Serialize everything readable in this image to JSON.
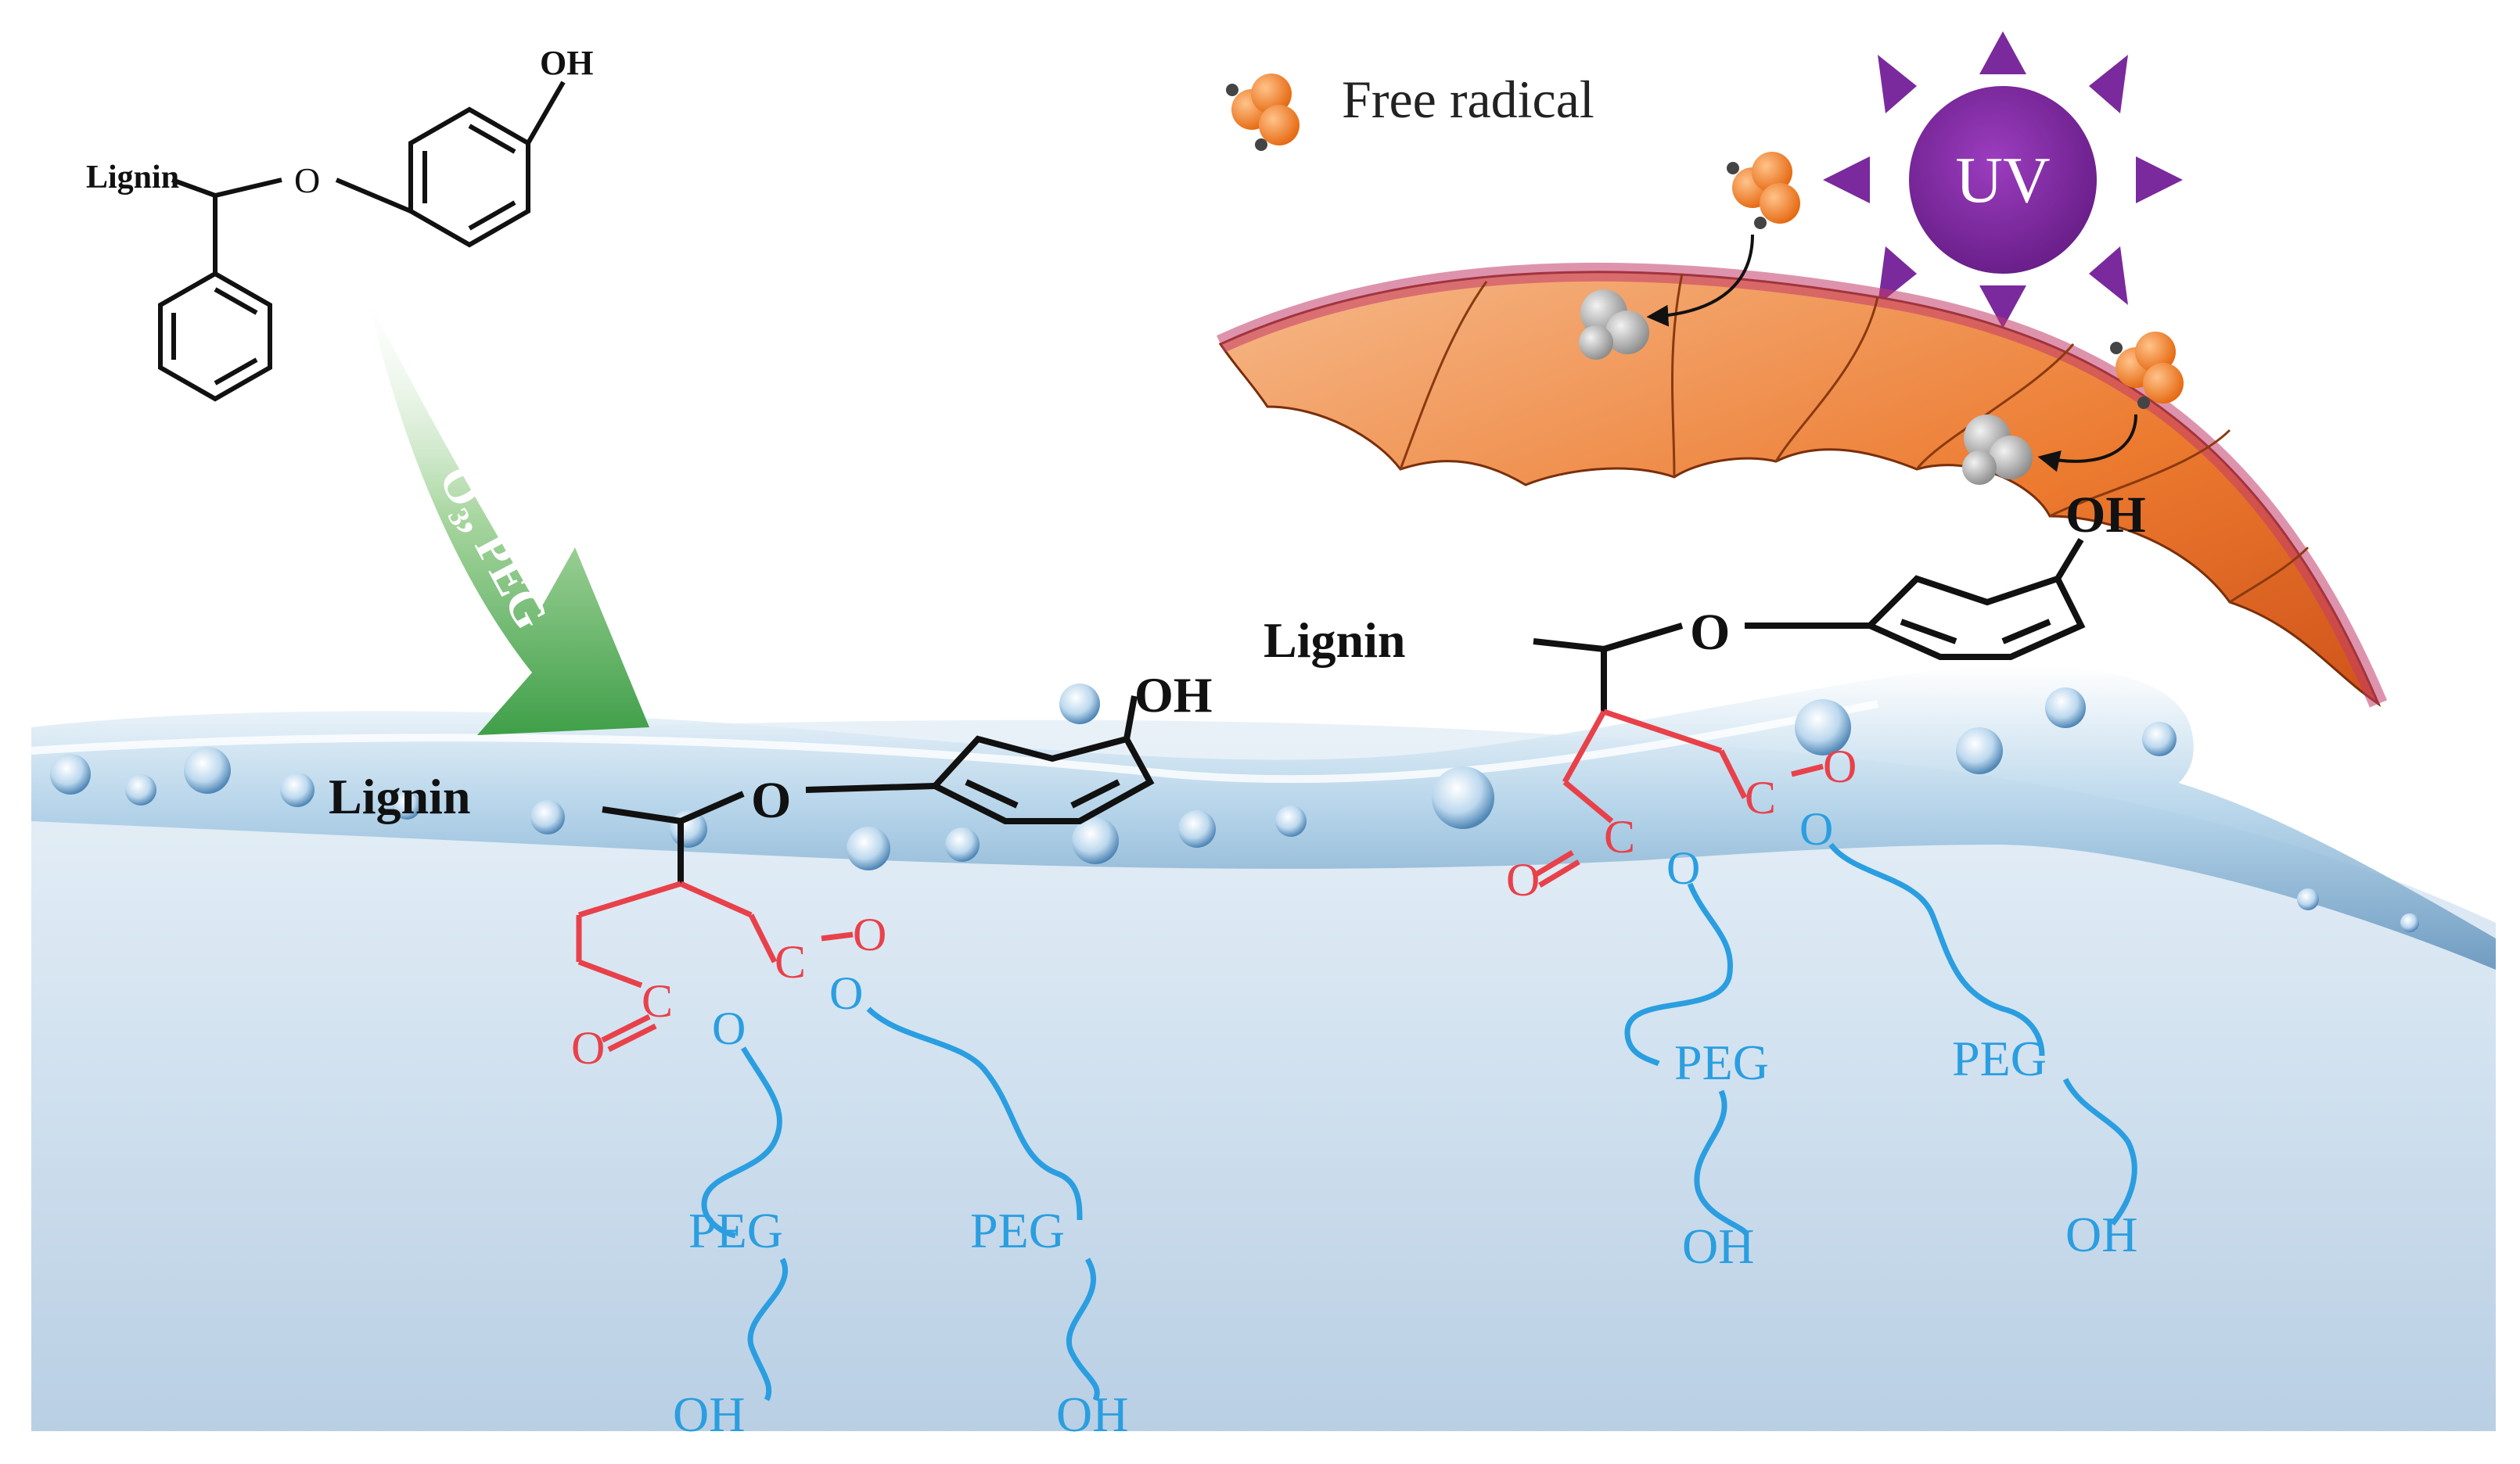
{
  "labels": {
    "lignin_top": "Lignin",
    "oh_top": "OH",
    "o_top": "O",
    "reagent_arrow": "O₃, PEG",
    "legend_free_radical": "Free radical",
    "uv": "UV",
    "lignin_left": "Lignin",
    "oh_left": "OH",
    "o_left": "O",
    "lignin_right": "Lignin",
    "oh_right": "OH",
    "o_right": "O",
    "ester_c": "C",
    "ester_o_double": "O",
    "ester_o_single": "O",
    "peg": "PEG",
    "oh_end": "OH"
  },
  "colors": {
    "ester": "#e8414a",
    "peg_chain": "#2a9ee0",
    "uv_purple": "#7a2a9c",
    "radical_orange": "#f07a1a",
    "umbrella_orange": "#e8661a",
    "arrow_green": "#5aa85a",
    "water_blue": "#cfe0ef"
  },
  "icons": {
    "sun": "uv-sun-icon",
    "radical": "free-radical-icon",
    "umbrella": "umbrella-shield-icon",
    "arrow": "reaction-arrow-icon"
  }
}
